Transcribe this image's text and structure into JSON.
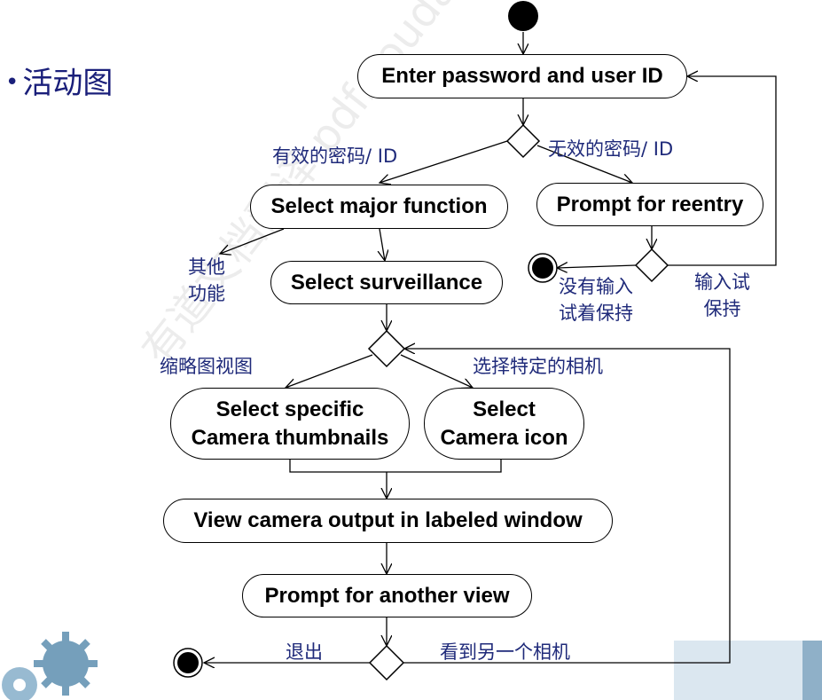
{
  "slide": {
    "bullet": "•",
    "title": "活动图"
  },
  "activities": {
    "enter": "Enter password and user ID",
    "reentry": "Prompt for reentry",
    "major": "Select major function",
    "surveillance": "Select surveillance",
    "thumbnails": "Select specific\nCamera thumbnails",
    "icon": "Select\nCamera icon",
    "view": "View camera output in labeled window",
    "another": "Prompt for another view"
  },
  "guards": {
    "valid": "有效的密码/ ID",
    "invalid": "无效的密码/ ID",
    "other": "其他\n功能",
    "no_retry": "没有输入\n试着保持",
    "retry": "输入试\n保持",
    "thumb_view": "缩略图视图",
    "pick_camera": "选择特定的相机",
    "exit": "退出",
    "see_another": "看到另一个相机"
  },
  "watermark": "有道文档翻译 pdf.youdao.com",
  "colors": {
    "label": "#1f2a7a",
    "line": "#000000",
    "node_border": "#000000"
  }
}
